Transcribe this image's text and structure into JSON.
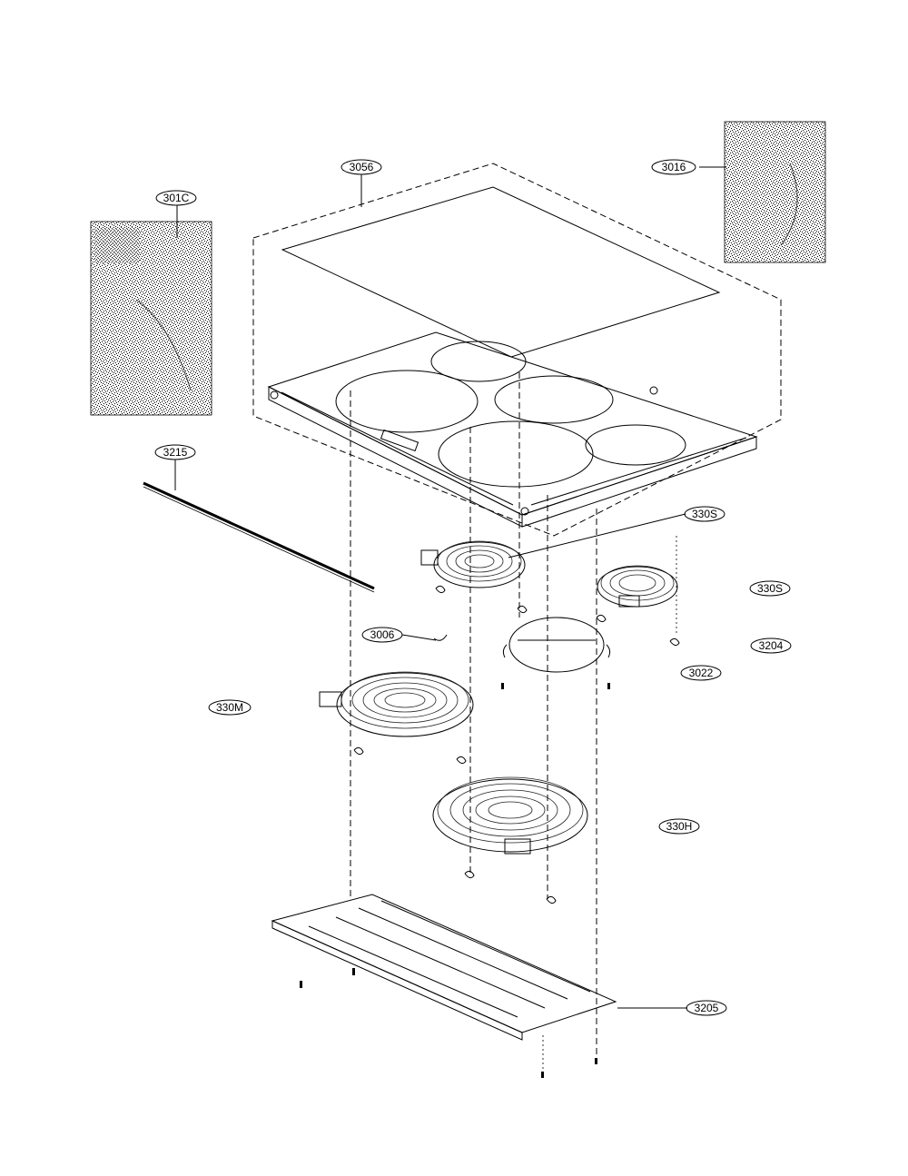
{
  "labels": {
    "cooktop_frame": "3056",
    "glass_top": "3016",
    "insulation": "301C",
    "trim_strip": "3215",
    "element_small_top": "330S",
    "element_small_right": "330S",
    "bracket_clip": "3006",
    "screw": "3204",
    "plate": "3022",
    "element_medium": "330M",
    "element_large": "330H",
    "bottom_tray": "3205"
  }
}
